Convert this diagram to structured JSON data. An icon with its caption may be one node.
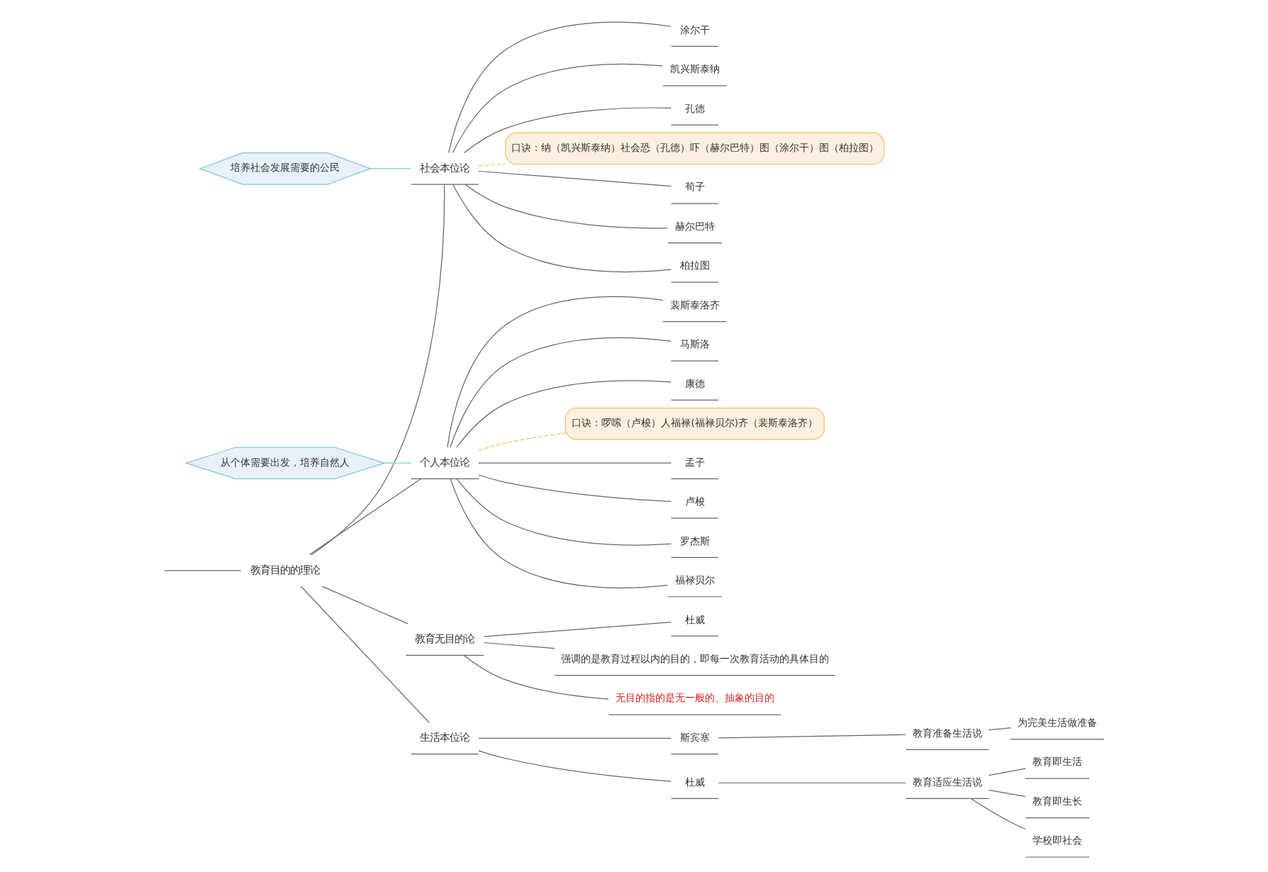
{
  "diagram": {
    "nodes": [
      {
        "text": [
          "教育目的的理论"
        ]
      },
      {
        "text": [
          "社会本位论"
        ]
      },
      {
        "text": [
          "培养社会发展需要的公民"
        ]
      },
      {
        "text": [
          "荀子"
        ]
      },
      {
        "text": [
          "赫尔巴特"
        ]
      },
      {
        "text": [
          "柏拉图"
        ]
      },
      {
        "text": [
          "涂尔干"
        ]
      },
      {
        "text": [
          "凯兴斯泰纳"
        ]
      },
      {
        "text": [
          "孔德"
        ]
      },
      {
        "text": [
          "口诀：纳（凯兴斯泰纳）社会恐（孔德）吓（赫尔巴特）图（涂尔干）图（柏拉图）"
        ]
      },
      {
        "text": [
          "个人本位论"
        ]
      },
      {
        "text": [
          "从个体需要出发，培养自然人"
        ]
      },
      {
        "text": [
          "孟子"
        ]
      },
      {
        "text": [
          "卢梭"
        ]
      },
      {
        "text": [
          "罗杰斯"
        ]
      },
      {
        "text": [
          "福禄贝尔"
        ]
      },
      {
        "text": [
          "裴斯泰洛齐"
        ]
      },
      {
        "text": [
          "马斯洛"
        ]
      },
      {
        "text": [
          "康德"
        ]
      },
      {
        "text": [
          "口诀：啰嗦（卢梭）人福禄(福禄贝尔)齐（裴斯泰洛齐）"
        ]
      },
      {
        "text": [
          "教育无目的论"
        ]
      },
      {
        "text": [
          "杜威"
        ]
      },
      {
        "text": [
          "强调的是教育过程以内的目的，即每一次教育活动的具体目的"
        ]
      },
      {
        "text": [
          "无目的指的是无一般的、抽象的目的"
        ]
      },
      {
        "text": [
          "生活本位论"
        ]
      },
      {
        "text": [
          "斯宾塞"
        ]
      },
      {
        "text": [
          "教育准备生活说"
        ]
      },
      {
        "text": [
          "为完美生活做准备"
        ]
      },
      {
        "text": [
          "杜威"
        ]
      },
      {
        "text": [
          "教育适应生活说"
        ]
      },
      {
        "text": [
          "教育即生活"
        ]
      },
      {
        "text": [
          "教育即生长"
        ]
      },
      {
        "text": [
          "学校即社会"
        ]
      }
    ],
    "edges": [
      {
        "from": 0,
        "to": 1,
        "arrow": "none"
      },
      {
        "from": 2,
        "to": 1,
        "arrow": "none",
        "color": "#7fc6e0"
      },
      {
        "from": 1,
        "to": 3,
        "arrow": "none"
      },
      {
        "from": 1,
        "to": 4,
        "arrow": "none"
      },
      {
        "from": 1,
        "to": 5,
        "arrow": "none"
      },
      {
        "from": 1,
        "to": 6,
        "arrow": "none"
      },
      {
        "from": 1,
        "to": 7,
        "arrow": "none"
      },
      {
        "from": 1,
        "to": 8,
        "arrow": "none"
      },
      {
        "from": 1,
        "to": 9,
        "arrow": "none",
        "style": "dashed",
        "color": "#f5c060"
      },
      {
        "from": 0,
        "to": 10,
        "arrow": "none"
      },
      {
        "from": 11,
        "to": 10,
        "arrow": "none",
        "color": "#7fc6e0"
      },
      {
        "from": 10,
        "to": 12,
        "arrow": "none"
      },
      {
        "from": 10,
        "to": 13,
        "arrow": "none"
      },
      {
        "from": 10,
        "to": 14,
        "arrow": "none"
      },
      {
        "from": 10,
        "to": 15,
        "arrow": "none"
      },
      {
        "from": 10,
        "to": 16,
        "arrow": "none"
      },
      {
        "from": 10,
        "to": 17,
        "arrow": "none"
      },
      {
        "from": 10,
        "to": 18,
        "arrow": "none"
      },
      {
        "from": 10,
        "to": 19,
        "arrow": "none",
        "style": "dashed",
        "color": "#f5c060"
      },
      {
        "from": 0,
        "to": 20,
        "arrow": "none"
      },
      {
        "from": 20,
        "to": 21,
        "arrow": "none"
      },
      {
        "from": 20,
        "to": 22,
        "arrow": "none"
      },
      {
        "from": 20,
        "to": 23,
        "arrow": "none"
      },
      {
        "from": 0,
        "to": 24,
        "arrow": "none"
      },
      {
        "from": 24,
        "to": 25,
        "arrow": "none"
      },
      {
        "from": 25,
        "to": 26,
        "arrow": "none"
      },
      {
        "from": 26,
        "to": 27,
        "arrow": "none"
      },
      {
        "from": 24,
        "to": 28,
        "arrow": "none"
      },
      {
        "from": 28,
        "to": 29,
        "arrow": "none"
      },
      {
        "from": 29,
        "to": 30,
        "arrow": "none"
      },
      {
        "from": 29,
        "to": 31,
        "arrow": "none"
      },
      {
        "from": 29,
        "to": 32,
        "arrow": "none"
      },
      {
        "from": null,
        "to": 0,
        "arrow": "none"
      }
    ]
  }
}
